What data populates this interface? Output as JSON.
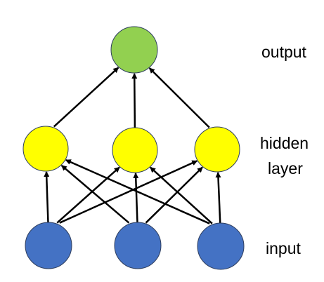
{
  "labels": {
    "output": "output",
    "hidden_line1": "hidden",
    "hidden_line2": "layer",
    "input": "input"
  },
  "colors": {
    "input_node": "#4472c4",
    "hidden_node": "#ffff00",
    "output_node": "#92d050",
    "node_border": "#2f3f5f",
    "edge": "#000000",
    "text": "#000000"
  },
  "network": {
    "layers": [
      {
        "name": "input",
        "node_count": 3
      },
      {
        "name": "hidden",
        "node_count": 3
      },
      {
        "name": "output",
        "node_count": 1
      }
    ],
    "connectivity": "fully-connected",
    "edge_direction": "upward"
  }
}
